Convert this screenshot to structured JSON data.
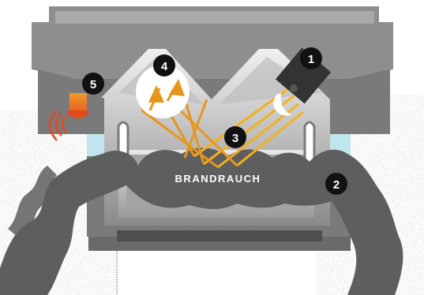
{
  "diagram": {
    "smoke_label": "BRANDRAUCH",
    "markers": [
      {
        "id": "1",
        "number": "1"
      },
      {
        "id": "2",
        "number": "2"
      },
      {
        "id": "3",
        "number": "3"
      },
      {
        "id": "4",
        "number": "4"
      },
      {
        "id": "5",
        "number": "5"
      }
    ],
    "colors": {
      "housing_dark": "#6f6f6f",
      "housing_mid": "#9a9a9a",
      "housing_light": "#d4d4d4",
      "chamber_grad_light": "#e6e6e6",
      "chamber_grad_dark": "#8d8d8d",
      "smoke": "#5e5e5e",
      "light_beam": "#f3b21b",
      "reflected_beam": "#e7961d",
      "led_red": "#e8471f",
      "led_orange": "#f08a1f",
      "opening_blue": "#bfe6ef",
      "marker_bg": "#111111",
      "marker_text": "#ffffff"
    },
    "icons": {
      "light_source": "led-emitter-icon",
      "sensor": "photo-sensor-icon",
      "alarm": "alarm-led-icon",
      "signal": "signal-waves-icon"
    }
  }
}
